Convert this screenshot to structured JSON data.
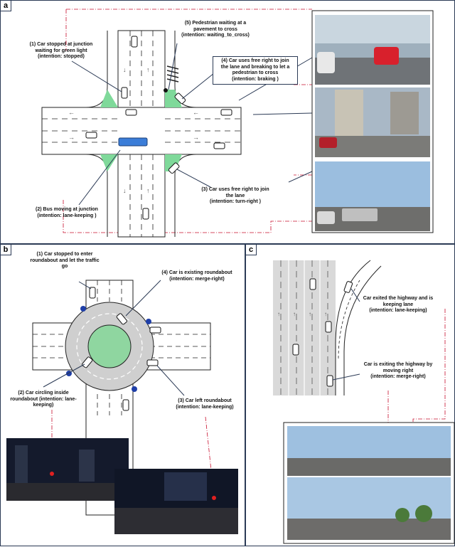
{
  "panels": {
    "a": {
      "label": "a",
      "callouts": [
        {
          "lines": [
            "(1) Car stopped at junction",
            "waiting for green light",
            "(intention: stopped)"
          ]
        },
        {
          "lines": [
            "(5) Pedestrian waiting at a",
            "pavement to cross",
            "(intention: waiting_to_cross)"
          ]
        },
        {
          "lines": [
            "(4) Car uses free right to join",
            "the lane and breaking to let a",
            "pedestrian to cross",
            "(intention: braking )"
          ]
        },
        {
          "lines": [
            "(2) Bus moving at junction",
            "(intention: lane-keeping )"
          ]
        },
        {
          "lines": [
            "(3) Car uses free right to join",
            "the lane",
            "(intention: turn-right )"
          ]
        }
      ]
    },
    "b": {
      "label": "b",
      "callouts": [
        {
          "lines": [
            "(1)  Car stopped to enter",
            "roundabout and let the traffic",
            "go"
          ]
        },
        {
          "lines": [
            "(4) Car is existing roundabout",
            "(intention: merge-right)"
          ]
        },
        {
          "lines": [
            "(2) Car circling inside",
            "roundabout (intention: lane-",
            "keeping)"
          ]
        },
        {
          "lines": [
            "(3) Car left roundabout",
            "(intention: lane-keeping)"
          ]
        }
      ]
    },
    "c": {
      "label": "c",
      "callouts": [
        {
          "lines": [
            "Car exited the highway and is",
            "keeping lane",
            "(intention: lane-keeping)"
          ]
        },
        {
          "lines": [
            "Car is exiting the highway by",
            "moving right",
            "(intention: merge-right)"
          ]
        }
      ]
    }
  },
  "colors": {
    "road": "#ffffff",
    "island": "#7fd99a",
    "roundabout_ring": "#cfcfcf",
    "roundabout_center": "#8fd6a0",
    "highway": "#d9d9d9",
    "bus": "#3b7dd8",
    "callout_line": "#c8102e",
    "border": "#2b3a55"
  }
}
